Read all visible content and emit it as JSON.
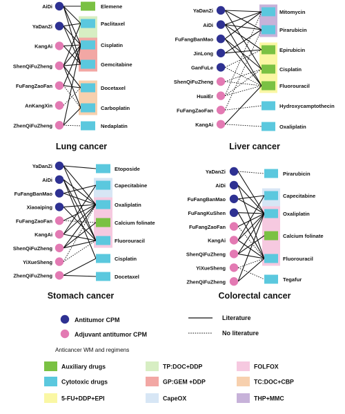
{
  "colors": {
    "antitumor": "#2E3192",
    "adjuvant": "#E37AB3",
    "auxiliary": "#7AC143",
    "cytotoxic": "#5BC8DE",
    "fu_ddp_epi": "#FAF7A4",
    "tp": "#D7EEC3",
    "gp": "#F2A7A4",
    "capeox": "#D7E6F5",
    "folfox": "#F6C9E0",
    "tc": "#F7D0AE",
    "thp_mmc": "#C7B2D9"
  },
  "panels": [
    {
      "id": "lung",
      "title": "Lung cancer",
      "cpms": [
        {
          "name": "AiDi",
          "type": "antitumor"
        },
        {
          "name": "YaDanZi",
          "type": "antitumor"
        },
        {
          "name": "KangAi",
          "type": "adjuvant"
        },
        {
          "name": "ShenQiFuZheng",
          "type": "adjuvant"
        },
        {
          "name": "FuFangZaoFan",
          "type": "adjuvant"
        },
        {
          "name": "AnKangXin",
          "type": "adjuvant"
        },
        {
          "name": "ZhenQiFuZheng",
          "type": "adjuvant"
        }
      ],
      "drugs": [
        {
          "name": "Elemene",
          "type": "auxiliary"
        },
        {
          "name": "Paclitaxel",
          "type": "cytotoxic"
        },
        {
          "name": "Cisplatin",
          "type": "cytotoxic"
        },
        {
          "name": "Gemcitabine",
          "type": "cytotoxic"
        },
        {
          "name": "Docetaxel",
          "type": "cytotoxic"
        },
        {
          "name": "Carboplatin",
          "type": "cytotoxic"
        },
        {
          "name": "Nedaplatin",
          "type": "cytotoxic"
        }
      ],
      "regimens": [
        {
          "key": "tp",
          "from": 1,
          "to": 2
        },
        {
          "key": "gp",
          "from": 2,
          "to": 3
        },
        {
          "key": "tc",
          "from": 4,
          "to": 5
        }
      ],
      "links": [
        {
          "from": 0,
          "to": 0,
          "lit": true
        },
        {
          "from": 0,
          "to": 1,
          "lit": true
        },
        {
          "from": 0,
          "to": 2,
          "lit": true
        },
        {
          "from": 0,
          "to": 3,
          "lit": true
        },
        {
          "from": 1,
          "to": 1,
          "lit": true
        },
        {
          "from": 1,
          "to": 2,
          "lit": true
        },
        {
          "from": 1,
          "to": 3,
          "lit": true
        },
        {
          "from": 2,
          "to": 2,
          "lit": true
        },
        {
          "from": 2,
          "to": 3,
          "lit": true
        },
        {
          "from": 3,
          "to": 1,
          "lit": true
        },
        {
          "from": 3,
          "to": 2,
          "lit": true
        },
        {
          "from": 3,
          "to": 3,
          "lit": true
        },
        {
          "from": 3,
          "to": 4,
          "lit": true
        },
        {
          "from": 3,
          "to": 5,
          "lit": true
        },
        {
          "from": 4,
          "to": 2,
          "lit": true
        },
        {
          "from": 4,
          "to": 4,
          "lit": true
        },
        {
          "from": 4,
          "to": 5,
          "lit": false
        },
        {
          "from": 5,
          "to": 4,
          "lit": false
        },
        {
          "from": 6,
          "to": 2,
          "lit": true
        },
        {
          "from": 6,
          "to": 5,
          "lit": true
        },
        {
          "from": 6,
          "to": 6,
          "lit": false
        }
      ]
    },
    {
      "id": "liver",
      "title": "Liver cancer",
      "cpms": [
        {
          "name": "YaDanZi",
          "type": "antitumor"
        },
        {
          "name": "AiDi",
          "type": "antitumor"
        },
        {
          "name": "FuFangBanMao",
          "type": "antitumor"
        },
        {
          "name": "JinLong",
          "type": "antitumor"
        },
        {
          "name": "GanFuLe",
          "type": "antitumor"
        },
        {
          "name": "ShenQiFuZheng",
          "type": "adjuvant"
        },
        {
          "name": "HuaiEr",
          "type": "adjuvant"
        },
        {
          "name": "FuFangZaoFan",
          "type": "adjuvant"
        },
        {
          "name": "KangAi",
          "type": "adjuvant"
        }
      ],
      "drugs": [
        {
          "name": "Mitomycin",
          "type": "cytotoxic"
        },
        {
          "name": "Pirarubicin",
          "type": "cytotoxic"
        },
        {
          "name": "Epirubicin",
          "type": "auxiliary"
        },
        {
          "name": "Cisplatin",
          "type": "auxiliary"
        },
        {
          "name": "Fluorouracil",
          "type": "auxiliary"
        },
        {
          "name": "Hydroxycamptothecin",
          "type": "cytotoxic"
        },
        {
          "name": "Oxaliplatin",
          "type": "cytotoxic"
        }
      ],
      "regimens": [
        {
          "key": "thp_mmc",
          "from": 0,
          "to": 1
        },
        {
          "key": "fu_ddp_epi",
          "from": 2,
          "to": 4
        }
      ],
      "links": [
        {
          "from": 0,
          "to": 0,
          "lit": true
        },
        {
          "from": 0,
          "to": 1,
          "lit": true
        },
        {
          "from": 0,
          "to": 3,
          "lit": true
        },
        {
          "from": 1,
          "to": 0,
          "lit": true
        },
        {
          "from": 1,
          "to": 1,
          "lit": true
        },
        {
          "from": 1,
          "to": 2,
          "lit": true
        },
        {
          "from": 1,
          "to": 4,
          "lit": true
        },
        {
          "from": 2,
          "to": 0,
          "lit": true
        },
        {
          "from": 2,
          "to": 3,
          "lit": true
        },
        {
          "from": 2,
          "to": 4,
          "lit": true
        },
        {
          "from": 3,
          "to": 1,
          "lit": true
        },
        {
          "from": 3,
          "to": 2,
          "lit": true
        },
        {
          "from": 4,
          "to": 2,
          "lit": false
        },
        {
          "from": 4,
          "to": 4,
          "lit": false
        },
        {
          "from": 5,
          "to": 3,
          "lit": false
        },
        {
          "from": 5,
          "to": 4,
          "lit": false
        },
        {
          "from": 6,
          "to": 0,
          "lit": false
        },
        {
          "from": 6,
          "to": 3,
          "lit": false
        },
        {
          "from": 6,
          "to": 4,
          "lit": false
        },
        {
          "from": 7,
          "to": 1,
          "lit": false
        },
        {
          "from": 7,
          "to": 5,
          "lit": false
        },
        {
          "from": 8,
          "to": 4,
          "lit": true
        },
        {
          "from": 8,
          "to": 6,
          "lit": false
        }
      ]
    },
    {
      "id": "stomach",
      "title": "Stomach cancer",
      "cpms": [
        {
          "name": "YaDanZi",
          "type": "antitumor"
        },
        {
          "name": "AiDi",
          "type": "antitumor"
        },
        {
          "name": "FuFangBanMao",
          "type": "antitumor"
        },
        {
          "name": "Xiaoaiping",
          "type": "antitumor"
        },
        {
          "name": "FuFangZaoFan",
          "type": "adjuvant"
        },
        {
          "name": "KangAi",
          "type": "adjuvant"
        },
        {
          "name": "ShenQiFuZheng",
          "type": "adjuvant"
        },
        {
          "name": "YiXueSheng",
          "type": "adjuvant"
        },
        {
          "name": "ZhenQiFuZheng",
          "type": "adjuvant"
        }
      ],
      "drugs": [
        {
          "name": "Etoposide",
          "type": "cytotoxic"
        },
        {
          "name": "Capecitabine",
          "type": "cytotoxic"
        },
        {
          "name": "Oxaliplatin",
          "type": "cytotoxic"
        },
        {
          "name": "Calcium folinate",
          "type": "auxiliary"
        },
        {
          "name": "Fluorouracil",
          "type": "cytotoxic"
        },
        {
          "name": "Cisplatin",
          "type": "cytotoxic"
        },
        {
          "name": "Docetaxel",
          "type": "cytotoxic"
        }
      ],
      "regimens": [
        {
          "key": "capeox",
          "from": 1,
          "to": 2
        },
        {
          "key": "folfox",
          "from": 2,
          "to": 4
        }
      ],
      "links": [
        {
          "from": 0,
          "to": 0,
          "lit": true
        },
        {
          "from": 0,
          "to": 2,
          "lit": true
        },
        {
          "from": 0,
          "to": 4,
          "lit": true
        },
        {
          "from": 1,
          "to": 2,
          "lit": true
        },
        {
          "from": 1,
          "to": 4,
          "lit": true
        },
        {
          "from": 1,
          "to": 5,
          "lit": true
        },
        {
          "from": 2,
          "to": 1,
          "lit": true
        },
        {
          "from": 2,
          "to": 2,
          "lit": true
        },
        {
          "from": 3,
          "to": 2,
          "lit": true
        },
        {
          "from": 3,
          "to": 4,
          "lit": true
        },
        {
          "from": 4,
          "to": 2,
          "lit": true
        },
        {
          "from": 4,
          "to": 3,
          "lit": false
        },
        {
          "from": 5,
          "to": 1,
          "lit": true
        },
        {
          "from": 5,
          "to": 2,
          "lit": true
        },
        {
          "from": 5,
          "to": 4,
          "lit": true
        },
        {
          "from": 6,
          "to": 2,
          "lit": true
        },
        {
          "from": 6,
          "to": 3,
          "lit": true
        },
        {
          "from": 6,
          "to": 4,
          "lit": true
        },
        {
          "from": 7,
          "to": 2,
          "lit": false
        },
        {
          "from": 7,
          "to": 4,
          "lit": false
        },
        {
          "from": 8,
          "to": 5,
          "lit": true
        },
        {
          "from": 8,
          "to": 6,
          "lit": true
        }
      ]
    },
    {
      "id": "colorectal",
      "title": "Colorectal cancer",
      "cpms": [
        {
          "name": "YaDanZi",
          "type": "antitumor"
        },
        {
          "name": "AiDi",
          "type": "antitumor"
        },
        {
          "name": "FuFangBanMao",
          "type": "antitumor"
        },
        {
          "name": "FuFangKuShen",
          "type": "antitumor"
        },
        {
          "name": "FuFangZaoFan",
          "type": "adjuvant"
        },
        {
          "name": "KangAi",
          "type": "adjuvant"
        },
        {
          "name": "ShenQiFuZheng",
          "type": "adjuvant"
        },
        {
          "name": "YiXueSheng",
          "type": "adjuvant"
        },
        {
          "name": "ZhenQiFuZheng",
          "type": "adjuvant"
        }
      ],
      "drugs": [
        {
          "name": "Pirarubicin",
          "type": "cytotoxic"
        },
        {
          "name": "Capecitabine",
          "type": "cytotoxic"
        },
        {
          "name": "Oxaliplatin",
          "type": "cytotoxic"
        },
        {
          "name": "Calcium folinate",
          "type": "auxiliary"
        },
        {
          "name": "Fluorouracil",
          "type": "cytotoxic"
        },
        {
          "name": "Tegafur",
          "type": "cytotoxic"
        }
      ],
      "regimens": [
        {
          "key": "capeox",
          "from": 1,
          "to": 2
        },
        {
          "key": "folfox",
          "from": 2,
          "to": 4
        }
      ],
      "links": [
        {
          "from": 0,
          "to": 0,
          "lit": false
        },
        {
          "from": 0,
          "to": 2,
          "lit": true
        },
        {
          "from": 1,
          "to": 2,
          "lit": true
        },
        {
          "from": 1,
          "to": 4,
          "lit": true
        },
        {
          "from": 2,
          "to": 1,
          "lit": true
        },
        {
          "from": 2,
          "to": 2,
          "lit": true
        },
        {
          "from": 3,
          "to": 2,
          "lit": true
        },
        {
          "from": 3,
          "to": 4,
          "lit": true
        },
        {
          "from": 4,
          "to": 2,
          "lit": true
        },
        {
          "from": 4,
          "to": 4,
          "lit": false
        },
        {
          "from": 5,
          "to": 1,
          "lit": true
        },
        {
          "from": 5,
          "to": 2,
          "lit": true
        },
        {
          "from": 5,
          "to": 4,
          "lit": true
        },
        {
          "from": 6,
          "to": 2,
          "lit": true
        },
        {
          "from": 6,
          "to": 3,
          "lit": true
        },
        {
          "from": 6,
          "to": 4,
          "lit": true
        },
        {
          "from": 7,
          "to": 4,
          "lit": false
        },
        {
          "from": 7,
          "to": 5,
          "lit": false
        },
        {
          "from": 8,
          "to": 2,
          "lit": true
        },
        {
          "from": 8,
          "to": 4,
          "lit": true
        }
      ]
    }
  ],
  "legend": {
    "antitumor_label": "Antitumor CPM",
    "adjuvant_label": "Adjuvant antitumor CPM",
    "literature_label": "Literature",
    "no_literature_label": "No literature",
    "wm_title": "Anticancer WM and regimens",
    "items": [
      {
        "key": "auxiliary",
        "label": "Auxiliary drugs"
      },
      {
        "key": "cytotoxic",
        "label": "Cytotoxic drugs"
      },
      {
        "key": "fu_ddp_epi",
        "label": "5-FU+DDP+EPI"
      },
      {
        "key": "tp",
        "label": "TP:DOC+DDP"
      },
      {
        "key": "gp",
        "label": "GP:GEM +DDP"
      },
      {
        "key": "capeox",
        "label": "CapeOX"
      },
      {
        "key": "folfox",
        "label": "FOLFOX"
      },
      {
        "key": "tc",
        "label": "TC:DOC+CBP"
      },
      {
        "key": "thp_mmc",
        "label": "THP+MMC"
      }
    ]
  }
}
